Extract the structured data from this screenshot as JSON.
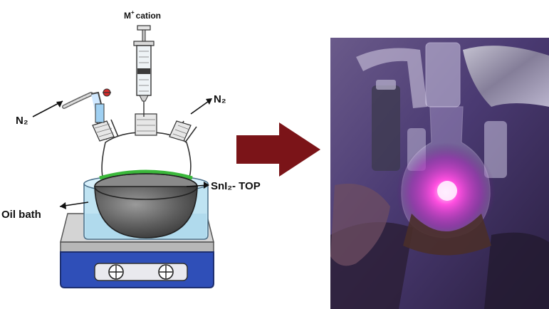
{
  "labels": {
    "cation_prefix": "M",
    "cation_sup": "+",
    "cation_word": "cation",
    "n2_left": "N₂",
    "n2_right": "N₂",
    "sni2_top": "SnI₂- TOP",
    "oil_bath": "Oil bath"
  },
  "colors": {
    "arrow": "#7b1418",
    "hotplate_base": "#2f4fb8",
    "hotplate_top": "#c9c9c9",
    "oil": "#bfe3f2",
    "glow": "#ff2ad4",
    "photo_background": "#4a3a72"
  },
  "icons": {
    "flow_arrow": "right-arrow-icon",
    "knobs": "dial-icon"
  }
}
